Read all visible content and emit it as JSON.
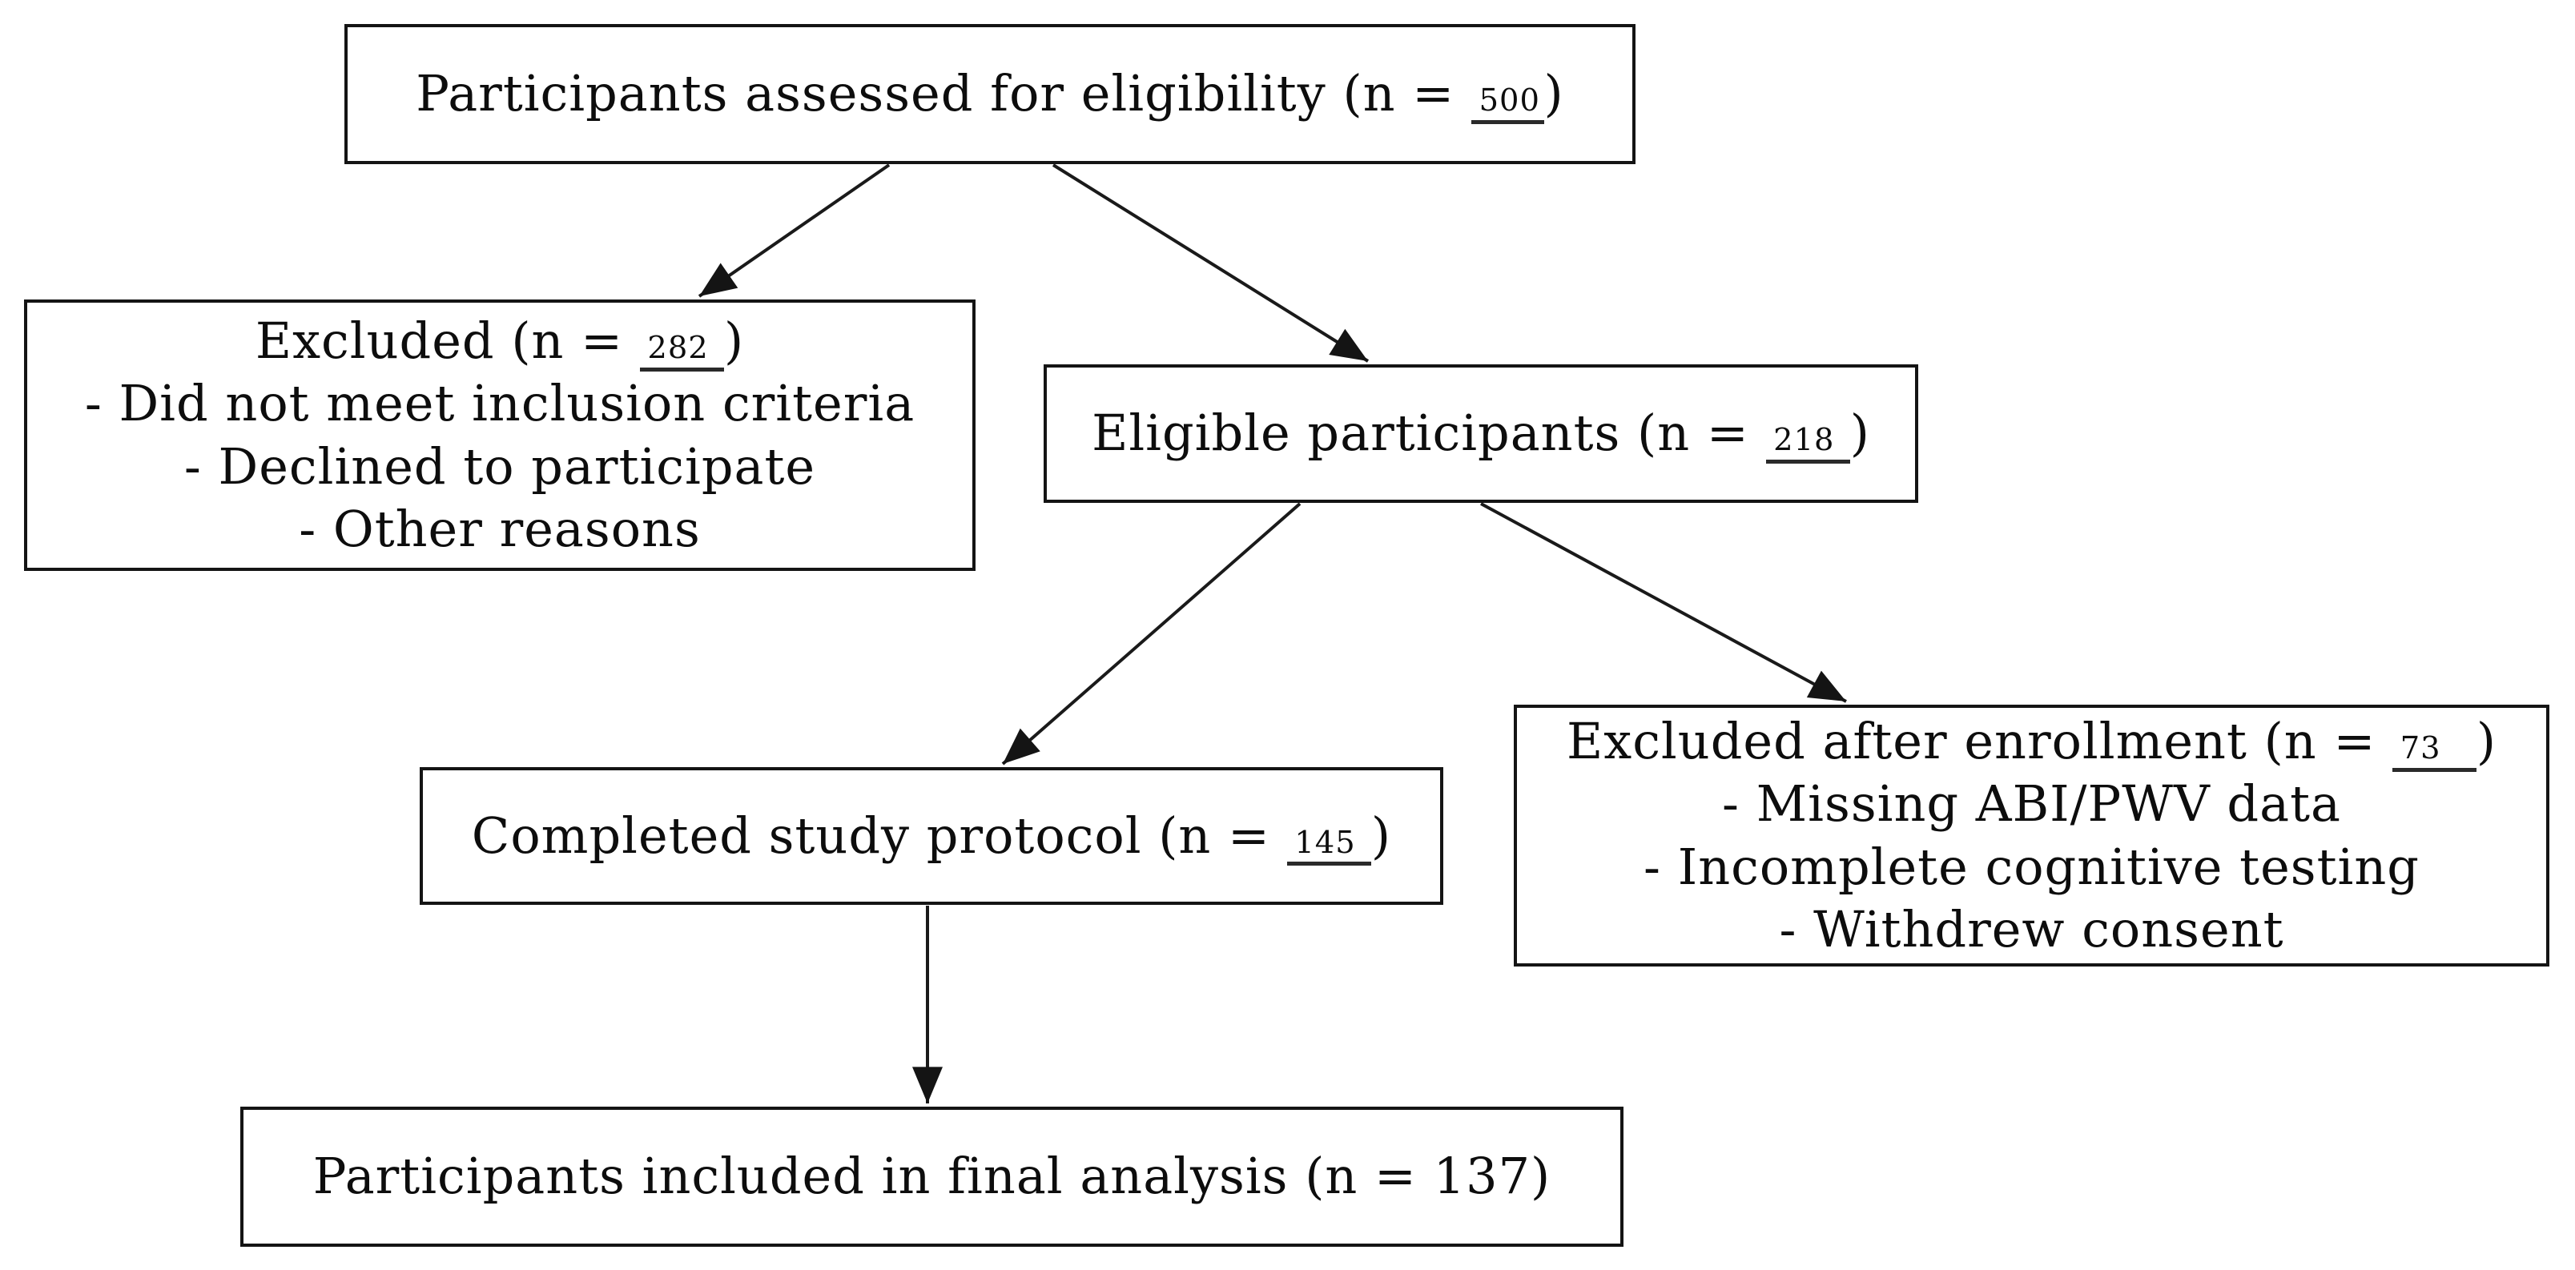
{
  "canvas": {
    "background": "#ffffff",
    "line_color": "#1a1a1a",
    "border_color": "#141414",
    "text_color": "#0d0d0d"
  },
  "boxes": {
    "assessed": {
      "prefix": "Participants assessed for eligibility (n = ",
      "n": "500",
      "suffix": ")"
    },
    "excluded_pre": {
      "title_prefix": "Excluded (n = ",
      "n": "282",
      "title_suffix": ")",
      "bullets": [
        "- Did not meet inclusion criteria",
        "- Declined to participate",
        "- Other reasons"
      ]
    },
    "eligible": {
      "prefix": "Eligible participants (n = ",
      "n": "218",
      "suffix": ")"
    },
    "excluded_post": {
      "title_prefix": "Excluded after enrollment (n = ",
      "n": "73",
      "title_suffix": ")",
      "bullets": [
        "- Missing ABI/PWV data",
        "- Incomplete cognitive testing",
        "- Withdrew consent"
      ]
    },
    "completed": {
      "prefix": "Completed study protocol (n = ",
      "n": "145",
      "suffix": ")"
    },
    "final": {
      "text": "Participants included in final analysis (n = 137)"
    }
  }
}
